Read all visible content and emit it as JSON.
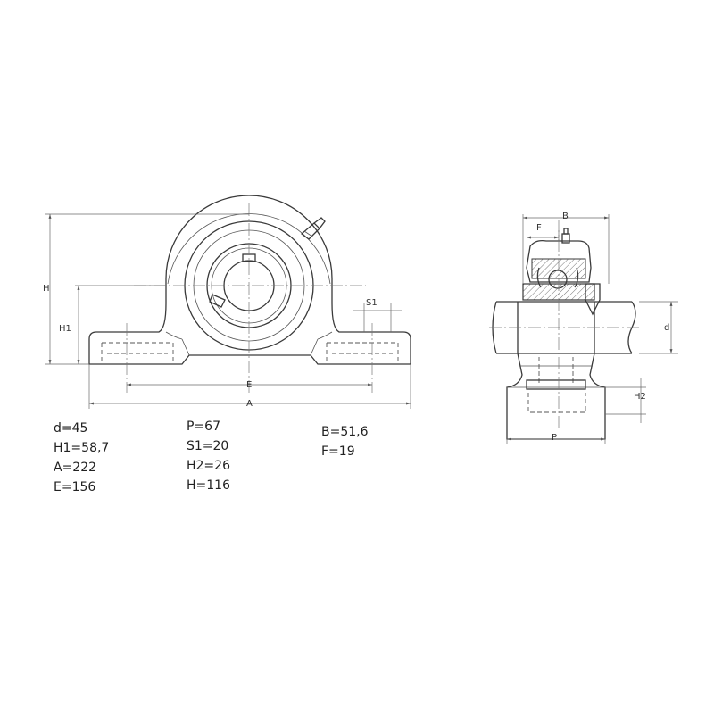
{
  "front_view": {
    "labels": {
      "H": "H",
      "H1": "H1",
      "S1": "S1",
      "E": "E",
      "A": "A"
    }
  },
  "side_view": {
    "labels": {
      "B": "B",
      "F": "F",
      "d": "d",
      "H2": "H2",
      "P": "P"
    }
  },
  "specs": {
    "col1": [
      "d=45",
      "H1=58,7",
      "A=222",
      "E=156"
    ],
    "col2": [
      "P=67",
      "S1=20",
      "H2=26",
      "H=116"
    ],
    "col3": [
      "B=51,6",
      "F=19"
    ]
  }
}
